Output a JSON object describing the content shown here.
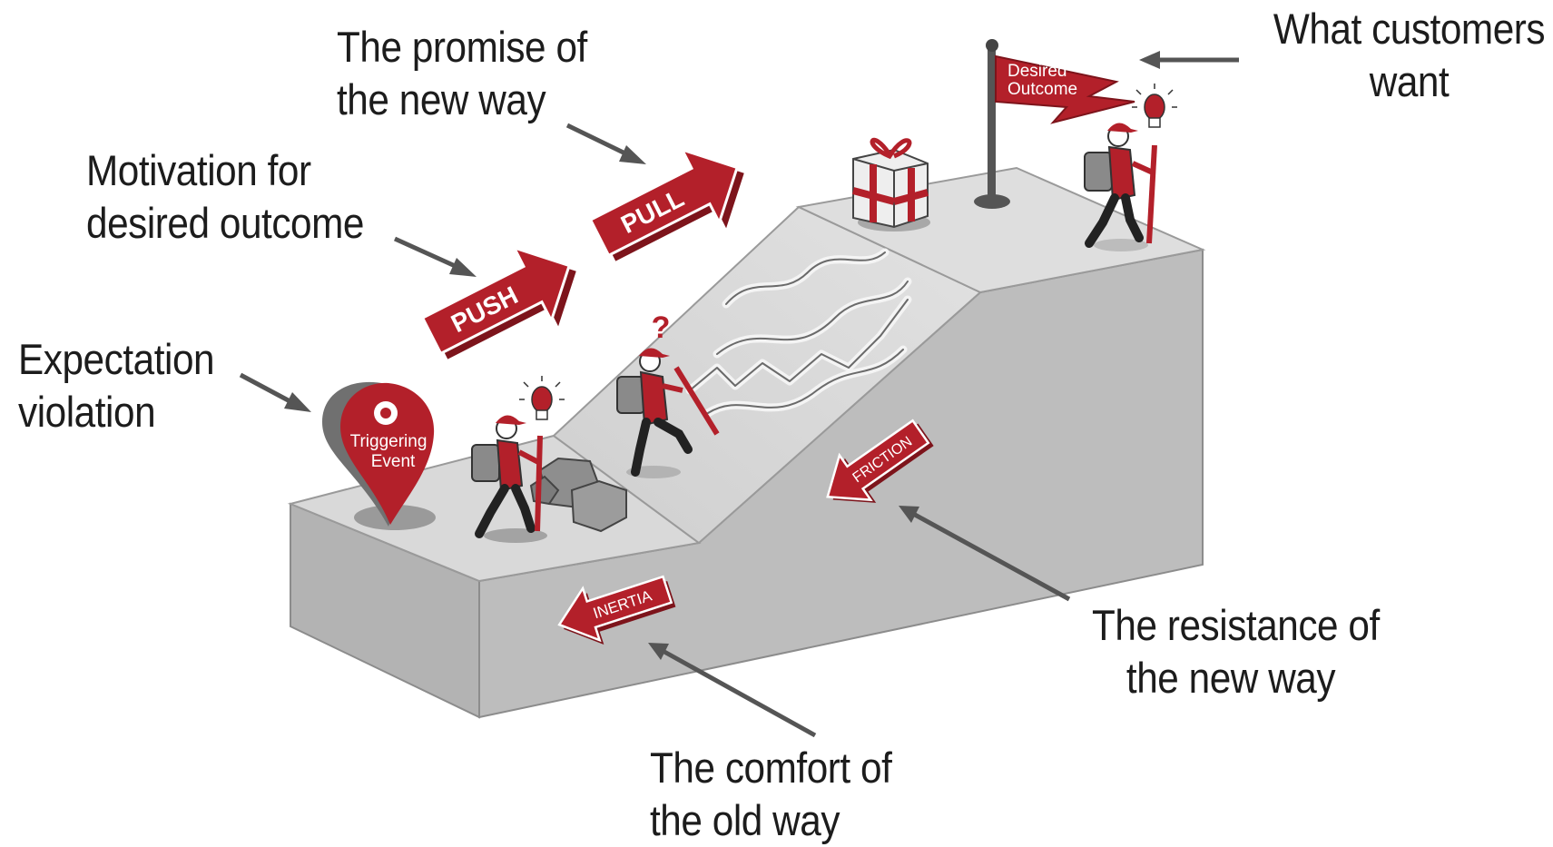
{
  "labels": {
    "promise": [
      "The promise of",
      "the new way"
    ],
    "motivation": [
      "Motivation for",
      "desired outcome"
    ],
    "expectation": [
      "Expectation",
      "violation"
    ],
    "customers": [
      "What customers",
      "want"
    ],
    "resistance": [
      "The resistance of",
      "the new way"
    ],
    "comfort": [
      "The comfort of",
      "the old way"
    ]
  },
  "arrows": {
    "push": "PUSH",
    "pull": "PULL",
    "inertia": "INERTIA",
    "friction": "FRICTION"
  },
  "pin": [
    "Triggering",
    "Event"
  ],
  "flag": [
    "Desired",
    "Outcome"
  ],
  "colors": {
    "accent": "#b3202a",
    "accent_dark": "#7d141b",
    "block_top": "#d8d8d8",
    "block_front": "#b9b9b9",
    "block_side": "#a9a9a9",
    "ink": "#1c1c1c"
  }
}
